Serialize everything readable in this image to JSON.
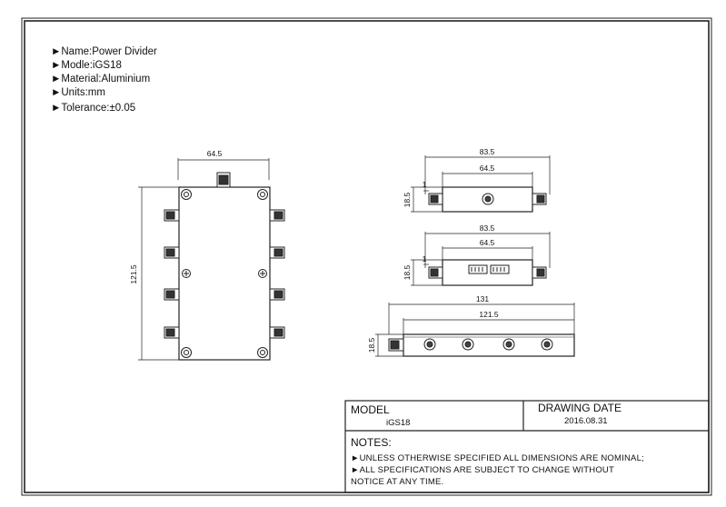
{
  "specs": [
    "►Name:Power Divider",
    "►Modle:iGS18",
    "►Material:Aluminium",
    "►Units:mm",
    "►Tolerance:±0.05"
  ],
  "dims": {
    "front_width": "64.5",
    "front_height": "121.5",
    "top_overall": "83.5",
    "top_body": "64.5",
    "top_height": "18.5",
    "mid_overall": "83.5",
    "mid_body": "64.5",
    "mid_height": "18.5",
    "side_overall": "131",
    "side_body": "121.5",
    "side_height": "18.5",
    "small_1": "1",
    "small_2": "1"
  },
  "title_block": {
    "model_label": "MODEL",
    "model_value": "iGS18",
    "date_label": "DRAWING  DATE",
    "date_value": "2016.08.31",
    "notes_label": "NOTES:",
    "note_1": "►UNLESS OTHERWISE SPECIFIED ALL DIMENSIONS ARE NOMINAL;",
    "note_2": "►ALL SPECIFICATIONS ARE SUBJECT TO CHANGE WITHOUT",
    "note_3": "NOTICE AT ANY TIME."
  }
}
